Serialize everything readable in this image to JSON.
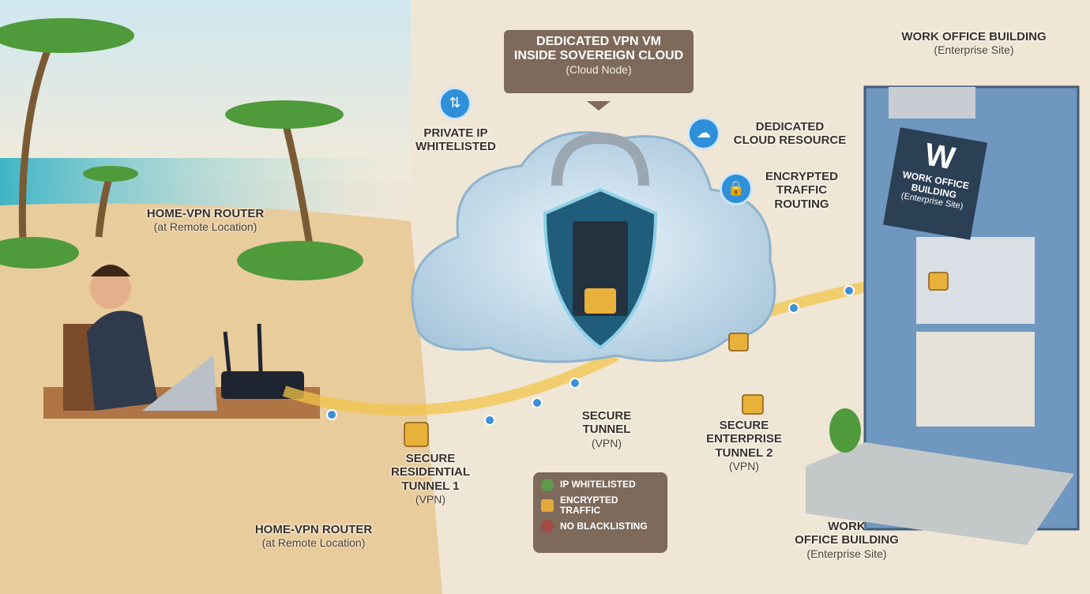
{
  "cloud_callout": {
    "title_line1": "DEDICATED VPN VM",
    "title_line2": "INSIDE SOVEREIGN CLOUD",
    "subtitle": "(Cloud Node)"
  },
  "private_ip": {
    "line1": "PRIVATE IP",
    "line2": "WHITELISTED",
    "icon": "cloud-upload-icon"
  },
  "cloud_resource": {
    "line1": "DEDICATED",
    "line2": "CLOUD RESOURCE",
    "icon": "cloud-icon"
  },
  "encrypted_routing": {
    "line1": "ENCRYPTED",
    "line2": "TRAFFIC",
    "line3": "ROUTING",
    "icon": "lock-cloud-icon"
  },
  "office_top": {
    "title": "WORK OFFICE BUILDING",
    "subtitle": "(Enterprise Site)"
  },
  "building_sign": {
    "logo": "W",
    "line1": "WORK OFFICE",
    "line2": "BUILDING",
    "subtitle": "(Enterprise Site)"
  },
  "router_top": {
    "title": "HOME-VPN ROUTER",
    "subtitle": "(at Remote Location)"
  },
  "router_bottom": {
    "title": "HOME-VPN ROUTER",
    "subtitle": "(at Remote Location)"
  },
  "tunnel1": {
    "line1": "SECURE",
    "line2": "RESIDENTIAL",
    "line3": "TUNNEL 1",
    "line4": "(VPN)"
  },
  "tunnel_mid": {
    "line1": "SECURE",
    "line2": "TUNNEL",
    "line3": "(VPN)"
  },
  "tunnel2": {
    "line1": "SECURE",
    "line2": "ENTERPRISE",
    "line3": "TUNNEL 2",
    "line4": "(VPN)"
  },
  "office_bottom": {
    "line1": "WORK",
    "line2": "OFFICE BUILDING",
    "subtitle": "(Enterprise Site)"
  },
  "legend": {
    "items": [
      {
        "label": "IP WHITELISTED",
        "icon": "shield-check-icon",
        "color": "#5f9a4a"
      },
      {
        "label": "ENCRYPTED TRAFFIC",
        "icon": "padlock-icon",
        "color": "#e3a93a"
      },
      {
        "label": "NO BLACKLISTING",
        "icon": "no-entry-icon",
        "color": "#a34a44"
      }
    ]
  },
  "colors": {
    "tunnel": "#f2c44a",
    "cloud": "#cfe2ef",
    "building": "#6f97bf",
    "callout": "#7d6a5a"
  }
}
